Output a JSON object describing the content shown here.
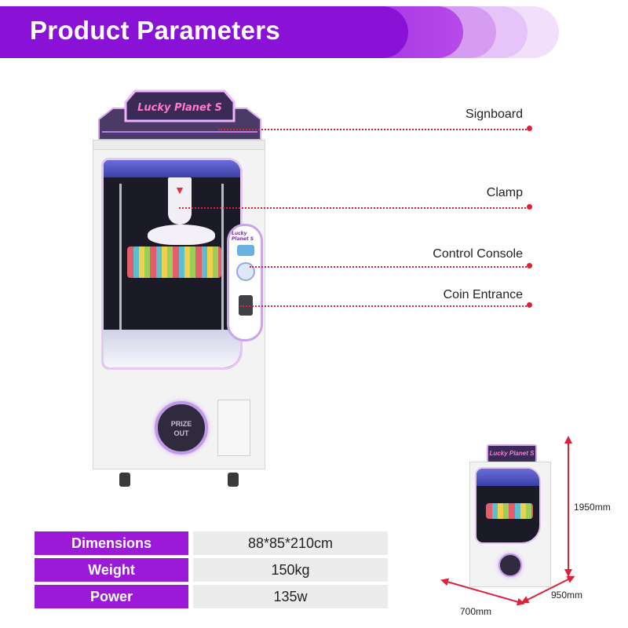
{
  "header": {
    "title": "Product Parameters"
  },
  "machine": {
    "sign_text": "Lucky Planet S",
    "console_logo": "Lucky Planet S",
    "prize_top": "PRIZE",
    "prize_bottom": "OUT"
  },
  "callouts": [
    {
      "label": "Signboard"
    },
    {
      "label": "Clamp"
    },
    {
      "label": "Control Console"
    },
    {
      "label": "Coin Entrance"
    }
  ],
  "specs": [
    {
      "key": "Dimensions",
      "value": "88*85*210cm"
    },
    {
      "key": "Weight",
      "value": "150kg"
    },
    {
      "key": "Power",
      "value": "135w"
    }
  ],
  "dimensions": {
    "height": "1950mm",
    "depth": "950mm",
    "width": "700mm"
  },
  "colors": {
    "brand_purple": "#8a12d6",
    "callout_red": "#e0203a",
    "table_value_bg": "#ececec"
  }
}
